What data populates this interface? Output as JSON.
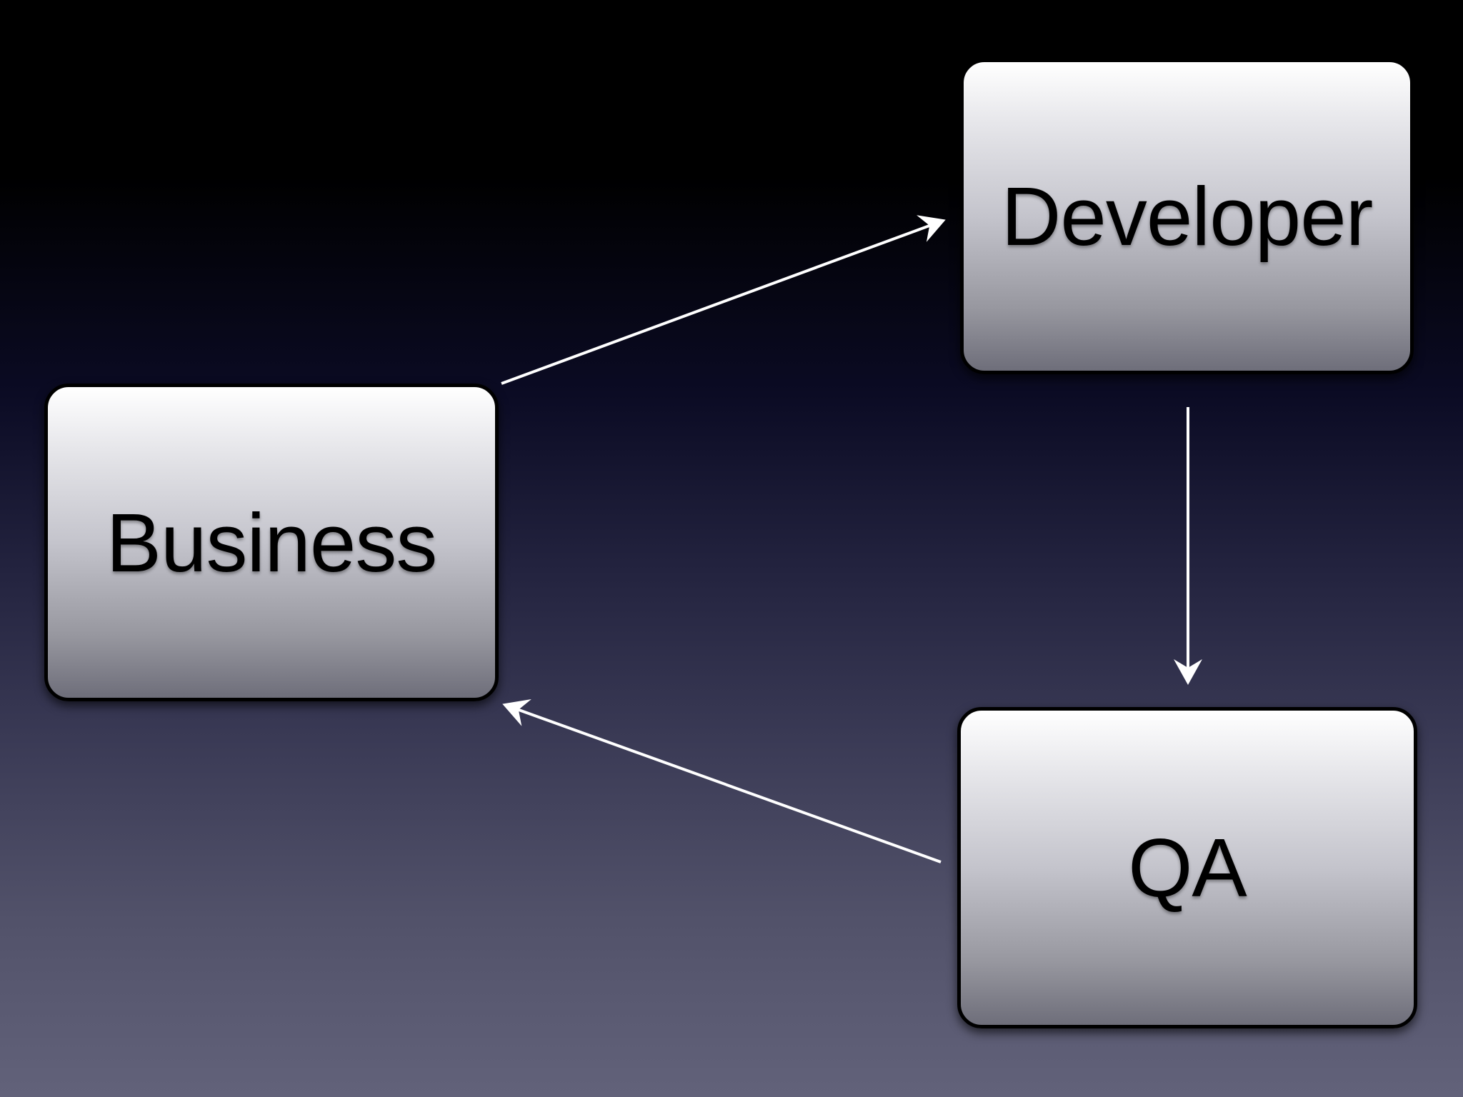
{
  "nodes": {
    "developer": {
      "label": "Developer"
    },
    "business": {
      "label": "Business"
    },
    "qa": {
      "label": "QA"
    }
  },
  "edges": [
    {
      "from": "Business",
      "to": "Developer"
    },
    {
      "from": "Developer",
      "to": "QA"
    },
    {
      "from": "QA",
      "to": "Business"
    }
  ],
  "colors": {
    "background_top": "#000000",
    "background_bottom": "#62627a",
    "node_top": "#ffffff",
    "node_bottom": "#6e6e7a",
    "node_border": "#000000",
    "arrow": "#ffffff",
    "text": "#000000"
  }
}
